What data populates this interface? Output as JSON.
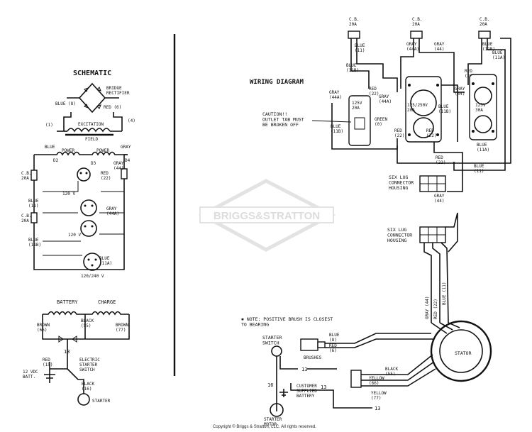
{
  "schematic": {
    "title": "SCHEMATIC",
    "bridge_rectifier": "BRIDGE\nRECTIFIER",
    "blue_8": "BLUE (8)",
    "red_6": "RED (6)",
    "terminal_1": "(1)",
    "terminal_4": "(4)",
    "excitation": "EXCITATION",
    "field": "FIELD",
    "power_left": "POWER",
    "power_right": "POWER",
    "blue": "BLUE",
    "gray": "GRAY",
    "d2": "D2",
    "d4": "D4",
    "d3": "D3",
    "cb_20a_a": "C.B.\n20A",
    "cb_20a_b": "C.B.\n20A",
    "gray_44": "GRAY\n(44)",
    "red_22": "RED\n(22)",
    "gray_44a": "GRAY\n(44A)",
    "v120_a": "120 V",
    "v120_b": "120 V",
    "v120_240": "120/240 V",
    "blue_11": "BLUE\n(11)",
    "blue_11b": "BLUE\n(11B)",
    "blue_11a": "BLUE\n(11A)",
    "battery": "BATTERY",
    "charge": "CHARGE",
    "brown_66": "BROWN\n(66)",
    "brown_77": "BROWN\n(77)",
    "black_55": "BLACK\n(55)",
    "thirteen": "13",
    "red_15": "RED\n(15)",
    "battery_12v": "12 VDC\nBATT.",
    "electric_starter_switch": "ELECTRIC\nSTARTER\nSWITCH",
    "black_16": "BLACK\n(16)",
    "starter": "STARTER"
  },
  "wiring": {
    "title": "WIRING DIAGRAM",
    "cb_20a_1": "C.B.\n20A",
    "cb_20a_2": "C.B.\n20A",
    "cb_20a_3": "C.B.\n20A",
    "blue_11": "BLUE\n(11)",
    "gray_44a": "GRAY\n(44A)",
    "gray_44": "GRAY\n(44)",
    "blue_11b_top": "BLUE\n(11B)",
    "blue_11a_top": "BLUE\n(11A)",
    "red_22_top": "RED\n(22)",
    "gray_44a_left": "GRAY\n(44A)",
    "red_22_left": "RED\n(22)",
    "gray_44a_mid": "GRAY\n(44A)",
    "gray_44_right": "GRAY\n(44)",
    "outlet_125v_20a": "125V\n20A",
    "outlet_125_250v_20a": "125/250V\n20A",
    "outlet_125v_30a": "125V\n30A",
    "caution": "CAUTION!!\nOUTLET TAB MUST\nBE BROKEN OFF",
    "green_0": "GREEN\n(0)",
    "blue_11b_left": "BLUE\n(11B)",
    "red_22_bl": "RED\n(22)",
    "red_22_bm": "RED\n(22)",
    "blue_11b_mid": "BLUE\n(11B)",
    "blue_11a_right": "BLUE\n(11A)",
    "red_22_lower": "RED\n(22)",
    "blue_11_lower": "BLUE\n(11)",
    "six_lug_1": "SIX LUG\nCONNECTOR\nHOUSING",
    "gray_44_lower": "GRAY\n(44)",
    "six_lug_2": "SIX LUG\nCONNECTOR\nHOUSING",
    "gray_44_v": "GRAY (44)",
    "red_22_v": "RED (22)",
    "blue_11_v": "BLUE (11)",
    "note": "✱ NOTE: POSITIVE BRUSH IS CLOSEST\nTO BEARING",
    "starter_switch": "STARTER\nSWITCH",
    "blue_8": "BLUE\n(8)",
    "red_6": "RED\n(6)",
    "brushes": "BRUSHES",
    "stator": "STATOR",
    "thirteen_a": "13",
    "thirteen_b": "13",
    "thirteen_c": "13",
    "sixteen": "16",
    "black_55": "BLACK\n(55)",
    "yellow_66": "YELLOW\n(66)",
    "yellow_77": "YELLOW\n(77)",
    "customer_battery": "CUSTOMER\nSUPPLIED\nBATTERY",
    "starter_motor": "STARTER\nMOTOR"
  },
  "watermark": "BRIGGS&STRATTON",
  "copyright": "Copyright © Briggs & Stratton, LLC. All rights reserved."
}
